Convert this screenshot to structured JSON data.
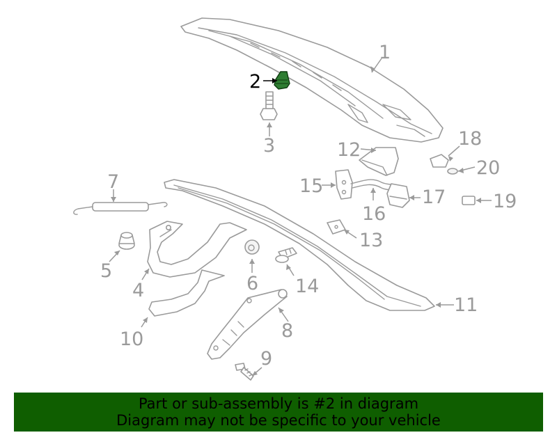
{
  "callouts": {
    "c1": "1",
    "c2": "2",
    "c3": "3",
    "c4": "4",
    "c5": "5",
    "c6": "6",
    "c7": "7",
    "c8": "8",
    "c9": "9",
    "c10": "10",
    "c11": "11",
    "c12": "12",
    "c13": "13",
    "c14": "14",
    "c15": "15",
    "c16": "16",
    "c17": "17",
    "c18": "18",
    "c19": "19",
    "c20": "20"
  },
  "highlighted_part": "2",
  "colors": {
    "highlight": "#2e7d32",
    "banner": "#0f5e00",
    "line": "#9a9a9a"
  },
  "banner": {
    "line1": "Part or sub-assembly is #2 in diagram",
    "line2": "Diagram may not be specific to your vehicle"
  }
}
